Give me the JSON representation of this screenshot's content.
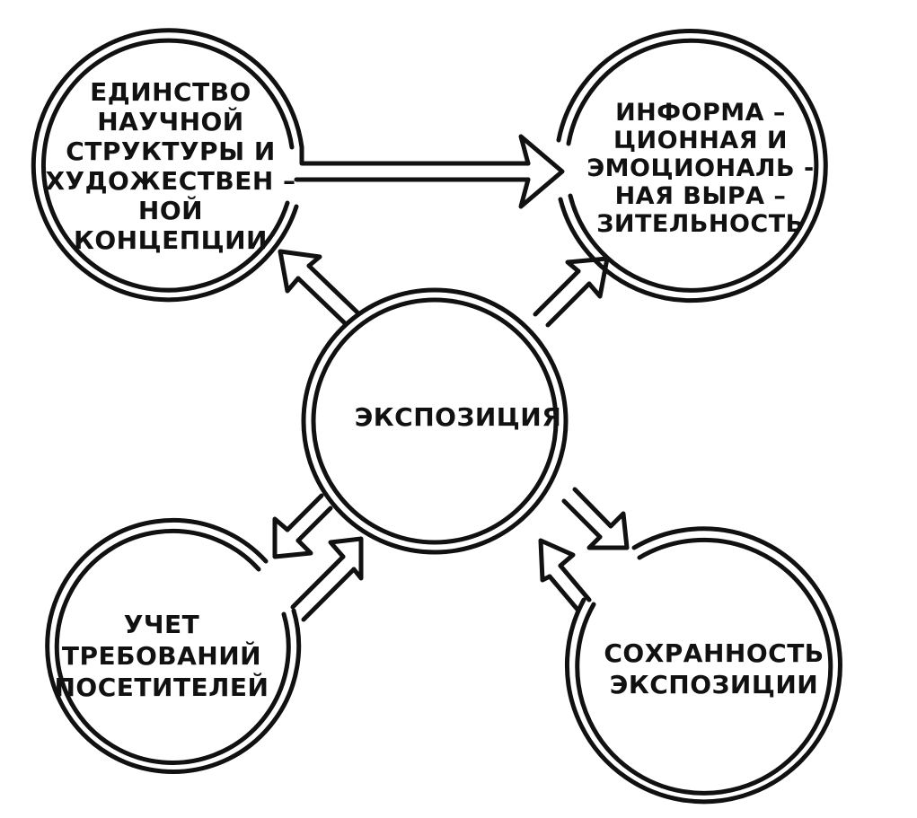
{
  "colors": {
    "ink": "#111111",
    "paper": "#ffffff"
  },
  "nodes": {
    "center": {
      "lines": [
        "ЭКСПОЗИЦИЯ"
      ]
    },
    "top_left": {
      "lines": [
        "ЕДИНСТВО",
        "НАУЧНОЙ",
        "СТРУКТУРЫ И",
        "ХУДОЖЕСТВЕН –",
        "НОЙ",
        "КОНЦЕПЦИИ"
      ]
    },
    "top_right": {
      "lines": [
        "ИНФОРМА –",
        "ЦИОННАЯ И",
        "ЭМОЦИОНАЛЬ -",
        "НАЯ ВЫРА –",
        "ЗИТЕЛЬНОСТЬ"
      ]
    },
    "bottom_left": {
      "lines": [
        "УЧЕТ",
        "ТРЕБОВАНИЙ",
        "ПОСЕТИТЕЛЕЙ"
      ]
    },
    "bottom_right": {
      "lines": [
        "СОХРАННОСТЬ",
        "ЭКСПОЗИЦИИ"
      ]
    }
  },
  "connections": [
    {
      "from": "top_left",
      "to": "top_right",
      "kind": "arrow"
    },
    {
      "from": "center",
      "to": "top_left",
      "kind": "arrow"
    },
    {
      "from": "center",
      "to": "top_right",
      "kind": "arrow"
    },
    {
      "from": "center",
      "to": "bottom_left",
      "kind": "arrow"
    },
    {
      "from": "bottom_left",
      "to": "center",
      "kind": "arrow"
    },
    {
      "from": "center",
      "to": "bottom_right",
      "kind": "arrow"
    },
    {
      "from": "bottom_right",
      "to": "center",
      "kind": "arrow"
    }
  ]
}
